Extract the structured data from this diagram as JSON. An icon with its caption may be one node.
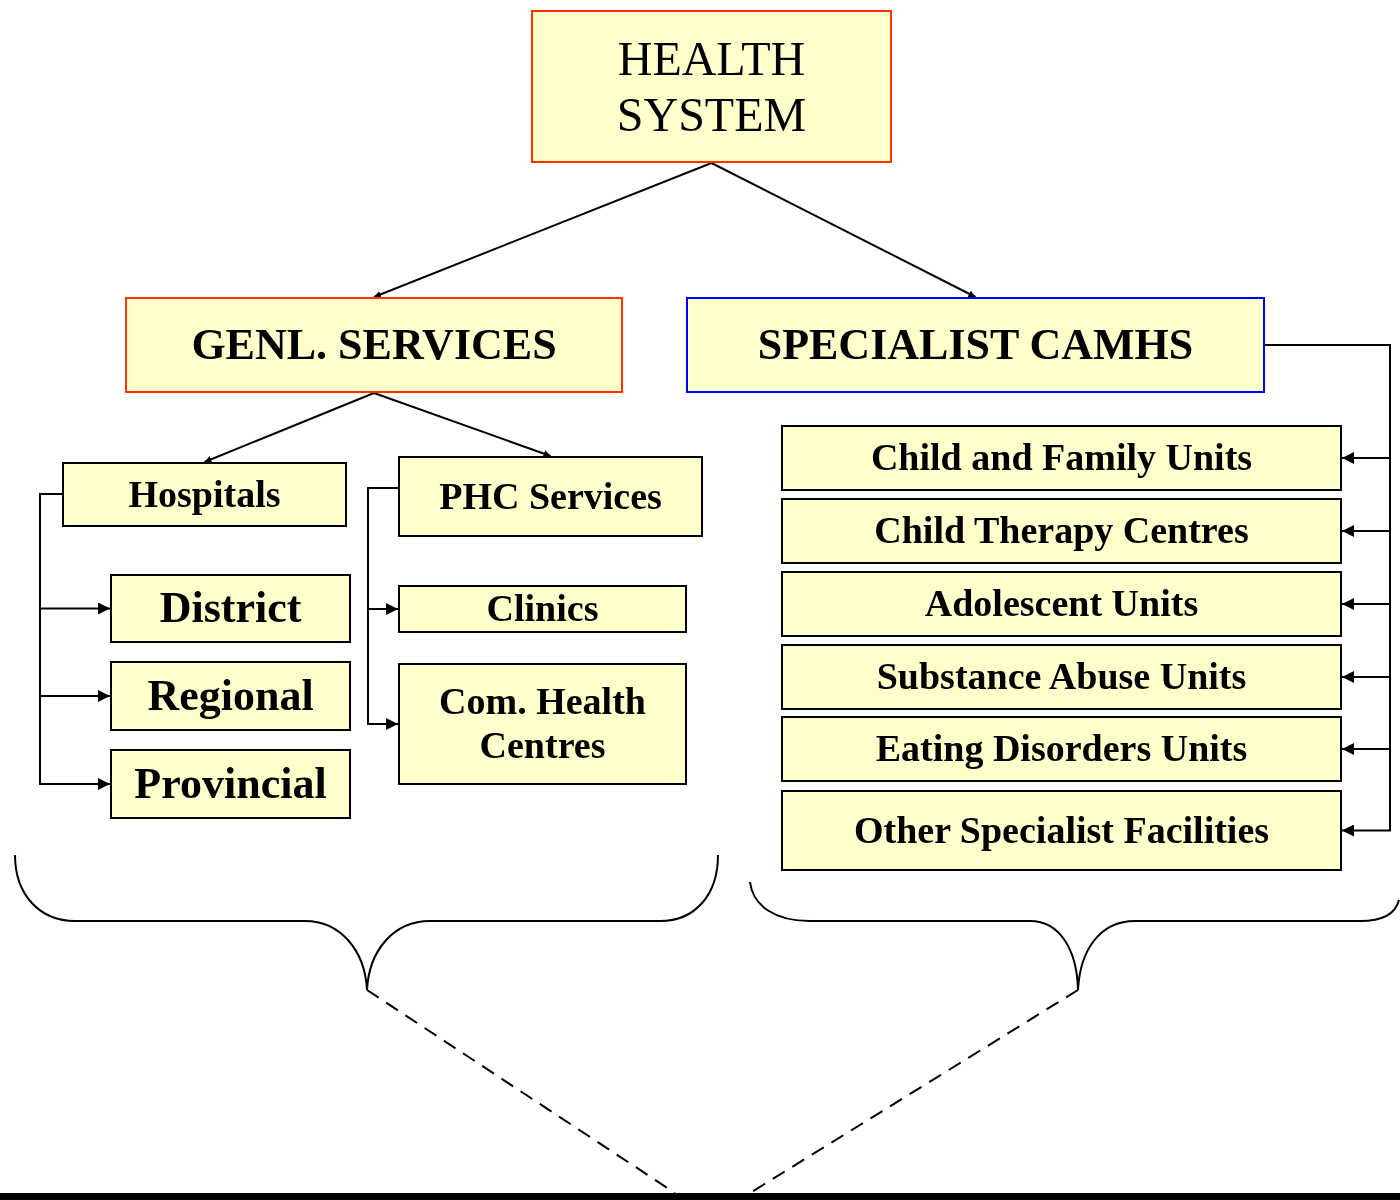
{
  "diagram": {
    "nodes": [
      {
        "text": [
          "HEALTH SYSTEM"
        ]
      },
      {
        "text": [
          "GENL. SERVICES"
        ]
      },
      {
        "text": [
          "SPECIALIST CAMHS"
        ]
      },
      {
        "text": [
          "Hospitals"
        ]
      },
      {
        "text": [
          "PHC Services"
        ]
      },
      {
        "text": [
          "District"
        ]
      },
      {
        "text": [
          "Regional"
        ]
      },
      {
        "text": [
          "Provincial"
        ]
      },
      {
        "text": [
          "Clinics"
        ]
      },
      {
        "text": [
          "Com. Health Centres"
        ]
      },
      {
        "text": [
          "Child and Family Units"
        ]
      },
      {
        "text": [
          "Child Therapy Centres"
        ]
      },
      {
        "text": [
          "Adolescent Units"
        ]
      },
      {
        "text": [
          "Substance Abuse Units"
        ]
      },
      {
        "text": [
          "Eating Disorders Units"
        ]
      },
      {
        "text": [
          "Other Specialist Facilities"
        ]
      }
    ],
    "edges": [
      {
        "from": 0,
        "to": 1,
        "arrow": "to"
      },
      {
        "from": 0,
        "to": 2,
        "arrow": "to"
      },
      {
        "from": 1,
        "to": 3,
        "arrow": "to"
      },
      {
        "from": 1,
        "to": 4,
        "arrow": "to"
      },
      {
        "from": 3,
        "to": 5,
        "arrow": "to"
      },
      {
        "from": 3,
        "to": 6,
        "arrow": "to"
      },
      {
        "from": 3,
        "to": 7,
        "arrow": "to"
      },
      {
        "from": 4,
        "to": 8,
        "arrow": "to"
      },
      {
        "from": 4,
        "to": 9,
        "arrow": "to"
      },
      {
        "from": 2,
        "to": 10,
        "arrow": "to"
      },
      {
        "from": 2,
        "to": 11,
        "arrow": "to"
      },
      {
        "from": 2,
        "to": 12,
        "arrow": "to"
      },
      {
        "from": 2,
        "to": 13,
        "arrow": "to"
      },
      {
        "from": 2,
        "to": 14,
        "arrow": "to"
      },
      {
        "from": 2,
        "to": 15,
        "arrow": "to"
      }
    ]
  }
}
